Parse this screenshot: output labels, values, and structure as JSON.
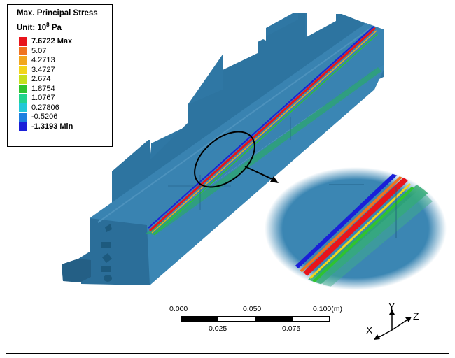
{
  "legend": {
    "title": "Max. Principal Stress",
    "unit_prefix": "Unit: 10",
    "unit_exp": "8",
    "unit_suffix": " Pa",
    "items": [
      {
        "label": "7.6722 Max",
        "color": "#e8141b",
        "bold": true
      },
      {
        "label": "5.07",
        "color": "#f0731e",
        "bold": false
      },
      {
        "label": "4.2713",
        "color": "#f2a71c",
        "bold": false
      },
      {
        "label": "3.4727",
        "color": "#f3d51a",
        "bold": false
      },
      {
        "label": "2.674",
        "color": "#c6e01e",
        "bold": false
      },
      {
        "label": "1.8754",
        "color": "#2fc42e",
        "bold": false
      },
      {
        "label": "1.0767",
        "color": "#22d48e",
        "bold": false
      },
      {
        "label": "0.27806",
        "color": "#21c8d8",
        "bold": false
      },
      {
        "label": "-0.5206",
        "color": "#1c7fe0",
        "bold": false
      },
      {
        "label": "-1.3193 Min",
        "color": "#1a1fd8",
        "bold": true
      }
    ]
  },
  "scale_bar": {
    "top_labels": [
      "0.000",
      "0.050",
      "0.100(m)"
    ],
    "bottom_labels": [
      "0.025",
      "0.075"
    ]
  },
  "axes": {
    "x": "X",
    "y": "Y",
    "z": "Z"
  },
  "colors": {
    "model_top": "#3f86b3",
    "model_side": "#2c6f9a",
    "model_dark": "#1f5a80",
    "crack_red": "#e8141b",
    "crack_blue": "#1a1fd8",
    "crack_green": "#2fc42e"
  }
}
